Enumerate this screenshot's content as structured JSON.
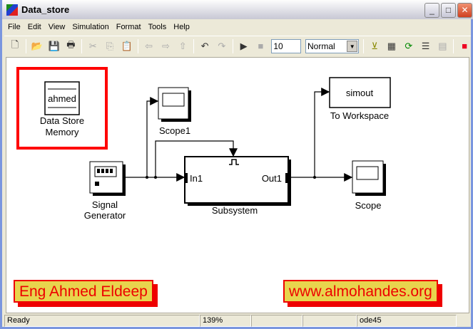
{
  "window": {
    "title": "Data_store"
  },
  "menu": [
    "File",
    "Edit",
    "View",
    "Simulation",
    "Format",
    "Tools",
    "Help"
  ],
  "toolbar": {
    "stop_time": "10",
    "sim_mode": "Normal"
  },
  "blocks": {
    "dsm": {
      "text": "ahmed",
      "label1": "Data Store",
      "label2": "Memory"
    },
    "scope1": {
      "label": "Scope1"
    },
    "siggen": {
      "label1": "Signal",
      "label2": "Generator"
    },
    "subsystem": {
      "label": "Subsystem",
      "in": "In1",
      "out": "Out1"
    },
    "toworkspace": {
      "text": "simout",
      "label": "To Workspace"
    },
    "scope": {
      "label": "Scope"
    }
  },
  "annotations": {
    "left": "Eng Ahmed Eldeep",
    "right": "www.almohandes.org"
  },
  "status": {
    "state": "Ready",
    "zoom": "139%",
    "solver": "ode45"
  },
  "colors": {
    "highlight": "#ff0000",
    "note_bg": "#e8d44d"
  }
}
